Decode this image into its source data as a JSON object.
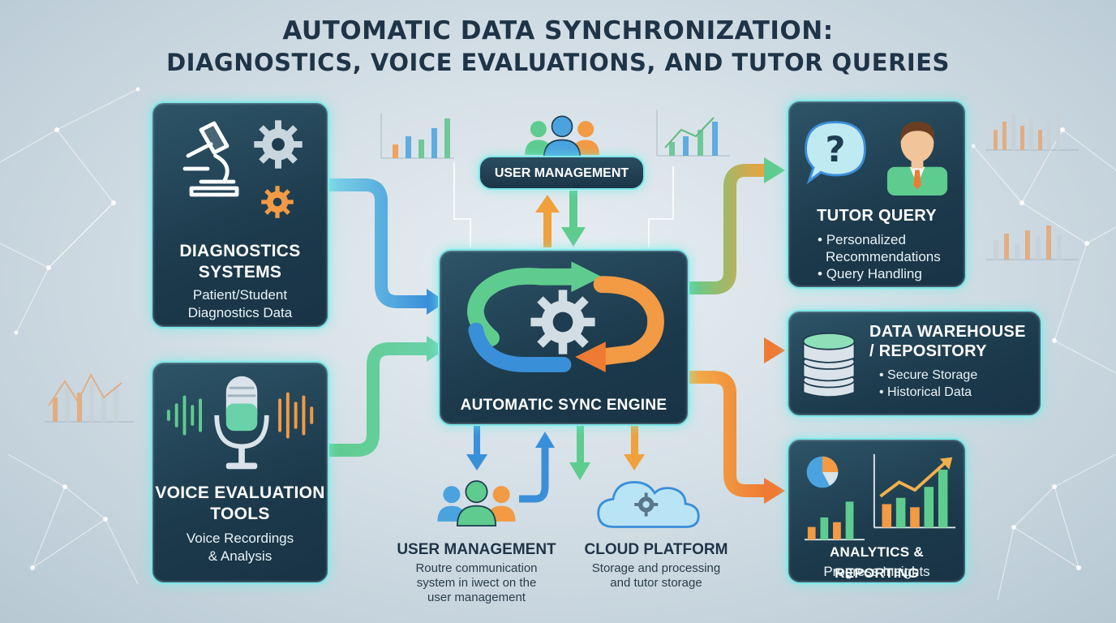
{
  "title": {
    "line1": "AUTOMATIC DATA SYNCHRONIZATION:",
    "line2": "DIAGNOSTICS, VOICE EVALUATIONS, AND TUTOR QUERIES"
  },
  "nodes": {
    "diagnostics": {
      "title_line1": "DIAGNOSTICS",
      "title_line2": "SYSTEMS",
      "desc_line1": "Patient/Student",
      "desc_line2": "Diagnostics Data",
      "icons": [
        "microscope-icon",
        "gear-icon"
      ]
    },
    "voice": {
      "title_line1": "VOICE EVALUATION",
      "title_line2": "TOOLS",
      "desc_line1": "Voice Recordings",
      "desc_line2": "& Analysis",
      "icons": [
        "microphone-icon",
        "sound-wave-icon"
      ]
    },
    "user_management_top": {
      "label": "USER MANAGEMENT",
      "icons": [
        "users-icon"
      ]
    },
    "engine": {
      "label": "AUTOMATIC SYNC ENGINE",
      "icons": [
        "sync-cycle-icon",
        "gear-icon"
      ]
    },
    "user_management_bottom": {
      "label": "USER MANAGEMENT",
      "desc_line1": "Routre communication",
      "desc_line2": "system in iwect on the",
      "desc_line3": "user management",
      "icons": [
        "users-icon"
      ]
    },
    "cloud": {
      "label": "CLOUD PLATFORM",
      "desc_line1": "Storage and processing",
      "desc_line2": "and  tutor storage",
      "icons": [
        "cloud-gear-icon"
      ]
    },
    "tutor_query": {
      "title": "TUTOR QUERY",
      "bullets": [
        "Personalized",
        "Recommendations",
        "Query Handling"
      ],
      "icons": [
        "question-bubble-icon",
        "tutor-avatar-icon"
      ]
    },
    "warehouse": {
      "title_line1": "DATA WAREHOUSE",
      "title_line2": "/ REPOSITORY",
      "bullets": [
        "Secure Storage",
        "Historical Data"
      ],
      "icons": [
        "database-icon"
      ]
    },
    "analytics": {
      "title": "ANALYTICS & REPORTING",
      "desc": "Progress Insights",
      "icons": [
        "pie-chart-icon",
        "bar-chart-icon",
        "trend-line-icon"
      ]
    }
  },
  "colors": {
    "title_text": "#1f3447",
    "card_fill": "#1c3a4c",
    "card_glow": "#7fe6e9",
    "arrow_blue": "#3a8fd9",
    "arrow_green": "#58c78a",
    "arrow_orange": "#f08a34",
    "background": "#d5e0e7"
  }
}
